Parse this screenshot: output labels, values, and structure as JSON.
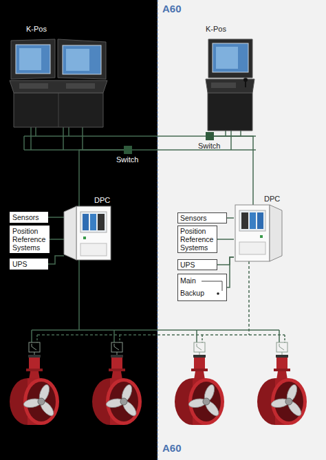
{
  "diagram": {
    "nodes": [
      {
        "text": [
          "K-Pos"
        ]
      },
      {
        "text": [
          "K-Pos"
        ]
      },
      {
        "text": [
          "Switch"
        ]
      },
      {
        "text": [
          "Switch"
        ]
      },
      {
        "text": [
          "DPC"
        ]
      },
      {
        "text": [
          "Sensors"
        ]
      },
      {
        "text": [
          "Position Reference Systems"
        ]
      },
      {
        "text": [
          "UPS"
        ]
      },
      {
        "text": [
          "DPC"
        ]
      },
      {
        "text": [
          "Sensors"
        ]
      },
      {
        "text": [
          "Position Reference Systems"
        ]
      },
      {
        "text": [
          "UPS"
        ]
      },
      {
        "text": [
          "Main",
          "Backup"
        ]
      }
    ],
    "edges": [
      {
        "from": 0,
        "to": 2,
        "arrow": "none"
      },
      {
        "from": 1,
        "to": 3,
        "arrow": "none"
      },
      {
        "from": 4,
        "to": 2,
        "arrow": "none"
      },
      {
        "from": 8,
        "to": 3,
        "arrow": "none"
      },
      {
        "from": 5,
        "to": 4,
        "arrow": "none"
      },
      {
        "from": 6,
        "to": 4,
        "arrow": "none"
      },
      {
        "from": 7,
        "to": 4,
        "arrow": "none"
      },
      {
        "from": 9,
        "to": 8,
        "arrow": "none"
      },
      {
        "from": 10,
        "to": 8,
        "arrow": "none"
      },
      {
        "from": 11,
        "to": 8,
        "arrow": "none"
      },
      {
        "from": 12,
        "to": 8,
        "arrow": "none"
      }
    ],
    "labels": [
      "A60",
      "A60"
    ]
  }
}
